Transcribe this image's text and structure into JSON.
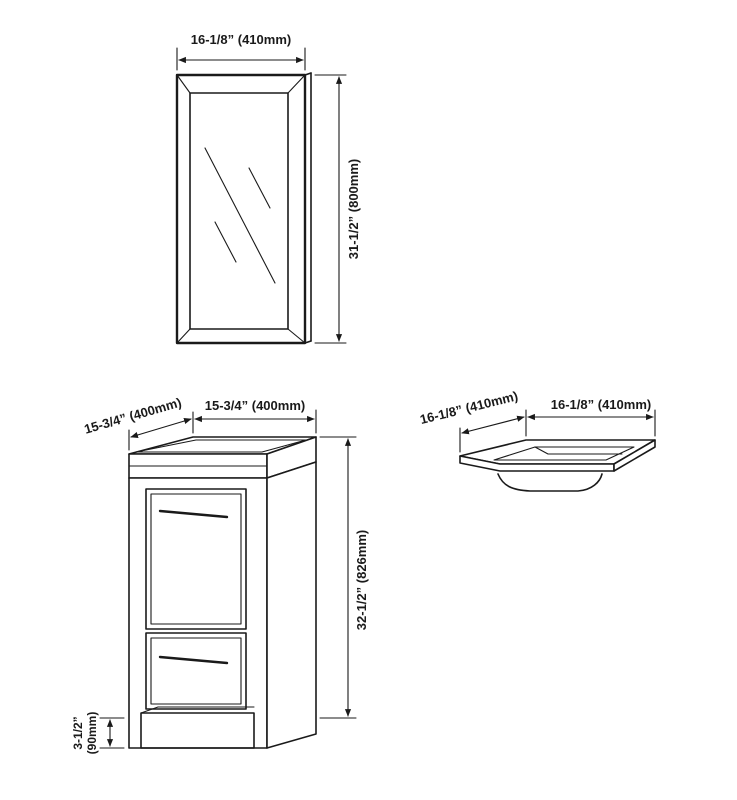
{
  "mirror": {
    "width_label": "16-1/8” (410mm)",
    "height_label": "31-1/2” (800mm)"
  },
  "vanity": {
    "depth_label": "15-3/4” (400mm)",
    "width_label": "15-3/4” (400mm)",
    "height_label": "32-1/2” (826mm)",
    "leg_height_label_line1": "3-1/2”",
    "leg_height_label_line2": "(90mm)"
  },
  "sink_top": {
    "depth_label": "16-1/8” (410mm)",
    "width_label": "16-1/8” (410mm)"
  },
  "colors": {
    "line": "#1a1a1a",
    "background": "#ffffff"
  }
}
